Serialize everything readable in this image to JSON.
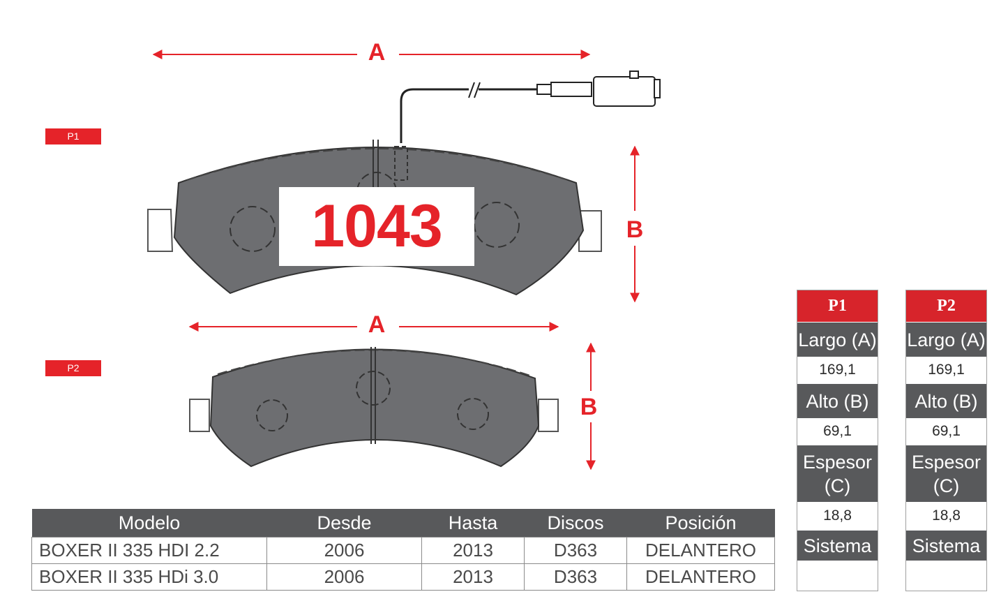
{
  "pad_labels": {
    "p1": "P1",
    "p2": "P2"
  },
  "part_number": "1043",
  "dimension_letters": {
    "a": "A",
    "b": "B"
  },
  "models_table": {
    "headers": [
      "Modelo",
      "Desde",
      "Hasta",
      "Discos",
      "Posición"
    ],
    "rows": [
      [
        "BOXER II 335 HDI 2.2",
        "2006",
        "2013",
        "D363",
        "DELANTERO"
      ],
      [
        "BOXER II 335 HDi 3.0",
        "2006",
        "2013",
        "D363",
        "DELANTERO"
      ]
    ]
  },
  "specs": [
    {
      "title": "P1",
      "largo_label": "Largo (A)",
      "largo_value": "169,1",
      "alto_label": "Alto (B)",
      "alto_value": "69,1",
      "espesor_label_1": "Espesor",
      "espesor_label_2": "(C)",
      "espesor_value": "18,8",
      "sistema_label": "Sistema",
      "sistema_value": ""
    },
    {
      "title": "P2",
      "largo_label": "Largo (A)",
      "largo_value": "169,1",
      "alto_label": "Alto (B)",
      "alto_value": "69,1",
      "espesor_label_1": "Espesor",
      "espesor_label_2": "(C)",
      "espesor_value": "18,8",
      "sistema_label": "Sistema",
      "sistema_value": ""
    }
  ],
  "colors": {
    "accent_red": "#e52329",
    "header_gray": "#58595b",
    "pad_gray": "#6d6e71"
  }
}
